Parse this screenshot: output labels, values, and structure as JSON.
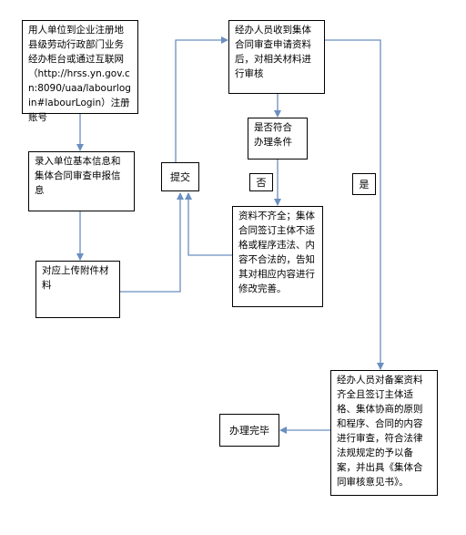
{
  "nodes": {
    "register": "用人单位到企业注册地县级劳动行政部门业务经办柜台或通过互联网（http://hrss.yn.gov.cn:8090/uaa/labourlogin#labourLogin）注册账号",
    "enter_info": "录入单位基本信息和集体合同审查申报信息",
    "upload": "对应上传附件材料",
    "submit": "提交",
    "receive": "经办人员收到集体合同审查申请资料后，对相关材料进行审核",
    "check": "是否符合办理条件",
    "no": "否",
    "yes": "是",
    "incomplete": "资料不齐全；集体合同签订主体不适格或程序违法、内容不合法的，告知其对相应内容进行修改完善。",
    "approve": "经办人员对备案资料齐全且签订主体适格、集体协商的原则和程序、合同的内容进行审查，符合法律法规规定的予以备案，并出具《集体合同审核意见书》。",
    "done": "办理完毕"
  },
  "colors": {
    "arrow": "#6a8fc0",
    "border": "#000000"
  }
}
